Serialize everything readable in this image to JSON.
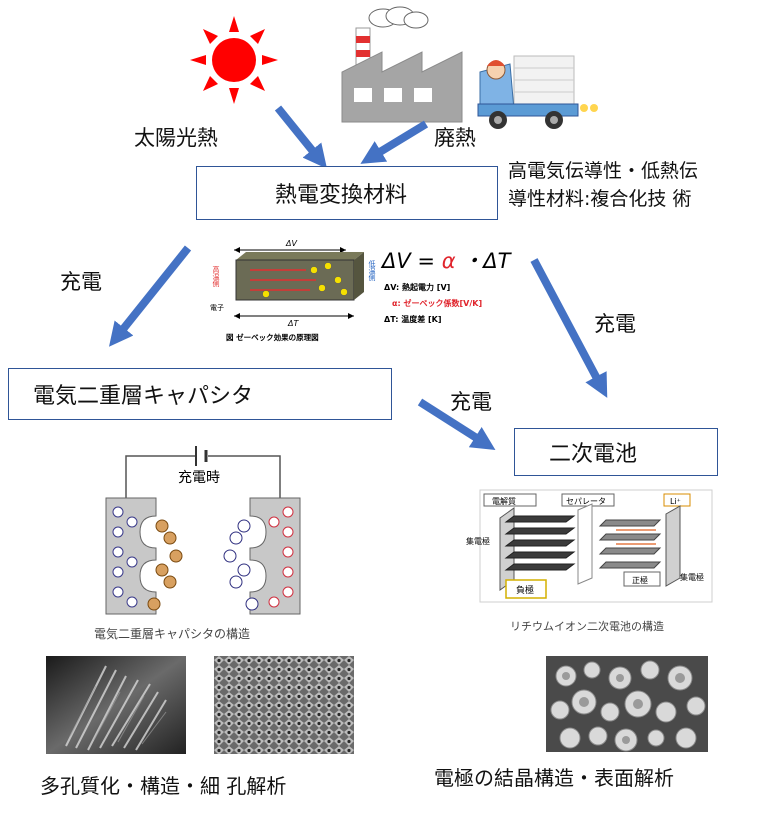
{
  "sources": {
    "solar_heat": "太陽光熱",
    "waste_heat": "廃熱"
  },
  "material_box": "熱電変換材料",
  "material_note_line1": "高電気伝導性・低熱伝",
  "material_note_line2": "導性材料:複合化技 術",
  "charge_left": "充電",
  "charge_middle": "充電",
  "charge_right": "充電",
  "seebeck": {
    "delta_v_top": "ΔV",
    "delta_t_bottom": "ΔT",
    "high_temp_side": "高温側",
    "low_temp_side": "低温側",
    "electron": "電子",
    "caption": "図 ゼーベック効果の原理図",
    "formula_lhs": "ΔV = ",
    "formula_alpha": "α",
    "formula_rhs": " ・ΔT",
    "legend_v": "ΔV: 熱起電力 [V]",
    "legend_a": "α: ゼーベック係数[V/K]",
    "legend_t": "ΔT: 温度差 [K]"
  },
  "capacitor_box": "電気二重層キャパシタ",
  "battery_box": "二次電池",
  "capacitor_fig": {
    "charging_label": "充電時",
    "caption": "電気二重層キャパシタの構造"
  },
  "battery_fig": {
    "electrolyte": "電解質",
    "separator": "セパレータ",
    "li_ion": "Li⁺",
    "collector_left": "集電極",
    "collector_right": "集電極",
    "negative": "負極",
    "positive": "正極",
    "caption": "リチウムイオン二次電池の構造"
  },
  "bottom_left_caption": "多孔質化・構造・細 孔解析",
  "bottom_right_caption": "電極の結晶構造・表面解析",
  "colors": {
    "arrow": "#4472c4",
    "box_border": "#2f5597",
    "sun": "#ff0000",
    "alpha_red": "#e0242c"
  }
}
